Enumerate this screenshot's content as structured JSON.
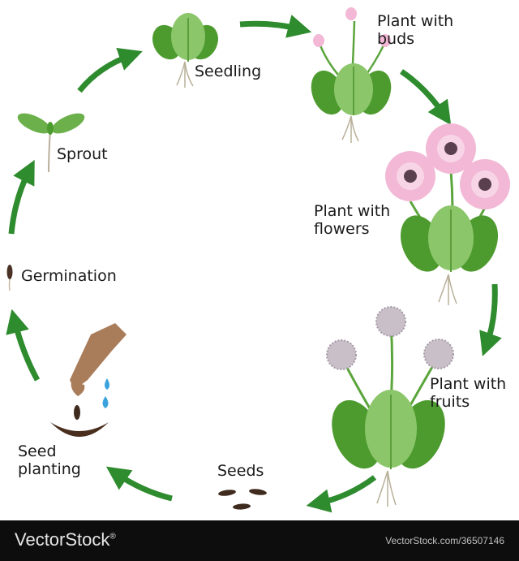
{
  "stages": {
    "seedling": "Seedling",
    "plant_with_buds": "Plant with\nbuds",
    "plant_with_flowers": "Plant with\nflowers",
    "plant_with_fruits": "Plant with\nfruits",
    "seeds": "Seeds",
    "seed_planting": "Seed\nplanting",
    "germination": "Germination",
    "sprout": "Sprout"
  },
  "footer": {
    "brand": "VectorStock",
    "brand_mark": "®",
    "image_id": "VectorStock.com/36507146"
  },
  "colors": {
    "arrow": "#2e8b2e",
    "leaf": "#5cab3c",
    "leaf_light": "#8cc66a",
    "petal": "#f2b8d6",
    "footer_bg": "#0d0d0d"
  }
}
